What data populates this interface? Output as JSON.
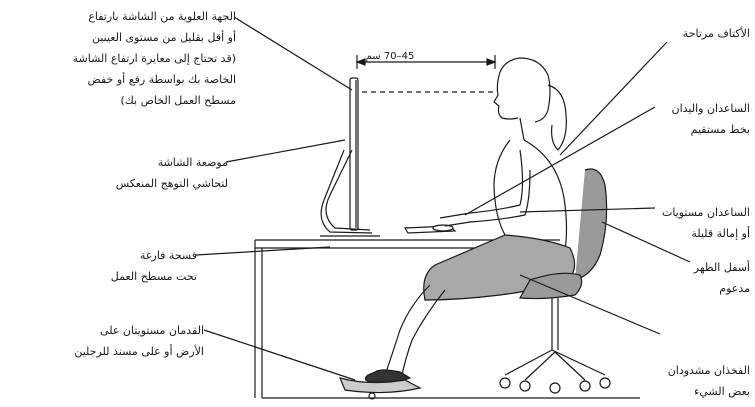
{
  "distance_label": "45–70 سم",
  "labels": {
    "top_of_display": [
      "الجهة العلوية من الشاشة بارتفاع",
      "أو أقل بقليل من مستوى العينين",
      "(قد تحتاج إلى معايرة ارتفاع الشاشة",
      "الخاصة بك بواسطة رفع أو خفض",
      "مسطح العمل الخاص بك)"
    ],
    "display_position": [
      "موضعة الشاشة",
      "لتحاشي التوهج المنعكس"
    ],
    "clearance": [
      "فسحة فارغة",
      "تحت مسطح العمل"
    ],
    "feet": [
      "القدمان مستويتان على",
      "الأرض أو على مسند للرجلين"
    ],
    "shoulders": [
      "الأكتاف مرتاحة"
    ],
    "forearms_hands": [
      "الساعدان واليدان",
      "بخط مستقيم"
    ],
    "forearms_level": [
      "الساعدان مستويات",
      "أو إمالة قليلة"
    ],
    "lower_back": [
      "أسفل الظهر",
      "مدعوم"
    ],
    "thighs": [
      "الفخذان مشدودان",
      "بعض الشيء"
    ]
  },
  "colors": {
    "line": "#1a1a1a",
    "seat_fill": "#9a9a9a",
    "skirt_fill": "#a8a8a8",
    "dark": "#333333"
  }
}
